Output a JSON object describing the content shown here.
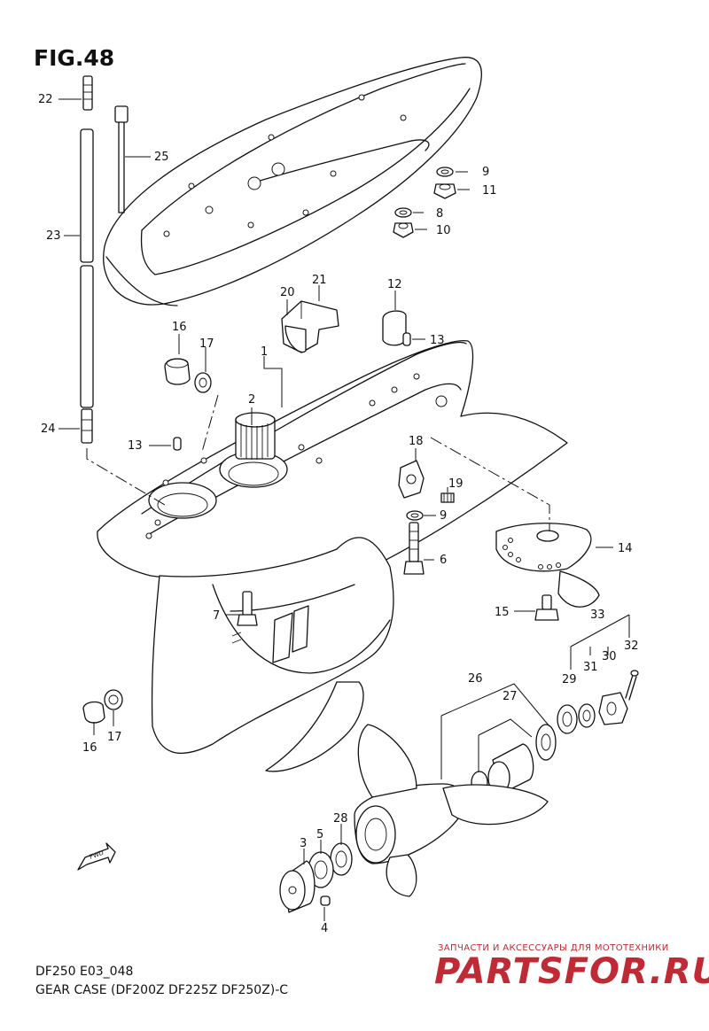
{
  "figure": {
    "title": "FIG.48",
    "code": "DF250 E03_048",
    "caption": "GEAR CASE (DF200Z DF225Z DF250Z)-C"
  },
  "parts": {
    "p1": "1",
    "p2": "2",
    "p3": "3",
    "p4": "4",
    "p5": "5",
    "p6": "6",
    "p7": "7",
    "p8": "8",
    "p9a": "9",
    "p9b": "9",
    "p10": "10",
    "p11": "11",
    "p12": "12",
    "p13a": "13",
    "p13b": "13",
    "p14": "14",
    "p15": "15",
    "p16a": "16",
    "p16b": "16",
    "p17a": "17",
    "p17b": "17",
    "p18": "18",
    "p19": "19",
    "p20": "20",
    "p21": "21",
    "p22": "22",
    "p23": "23",
    "p24": "24",
    "p25": "25",
    "p26": "26",
    "p27": "27",
    "p28": "28",
    "p29": "29",
    "p30": "30",
    "p31": "31",
    "p32": "32",
    "p33": "33"
  },
  "fwd_label": "FWD",
  "watermark": {
    "tagline": "ЗАПЧАСТИ И АКСЕССУАРЫ ДЛЯ МОТОТЕХНИКИ",
    "brand": "PARTSFOR.RU",
    "color": "#c02a34"
  }
}
